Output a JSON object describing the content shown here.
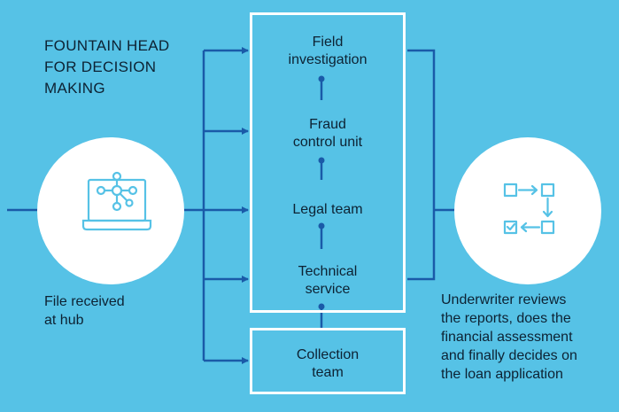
{
  "title": "FOUNTAIN HEAD\nFOR DECISION\nMAKING",
  "left_node": {
    "icon": "laptop-network-icon",
    "caption": "File received\nat hub"
  },
  "right_node": {
    "icon": "workflow-checklist-icon",
    "caption": "Underwriter reviews\nthe reports, does the\nfinancial assessment\nand finally decides on\nthe loan application"
  },
  "steps": [
    {
      "label": "Field\ninvestigation"
    },
    {
      "label": "Fraud\ncontrol unit"
    },
    {
      "label": "Legal team"
    },
    {
      "label": "Technical\nservice"
    }
  ],
  "collection": {
    "label": "Collection\nteam"
  },
  "colors": {
    "background": "#56c2e6",
    "line": "#1a5aa8",
    "icon": "#56c2e6",
    "box_border": "#ffffff"
  }
}
